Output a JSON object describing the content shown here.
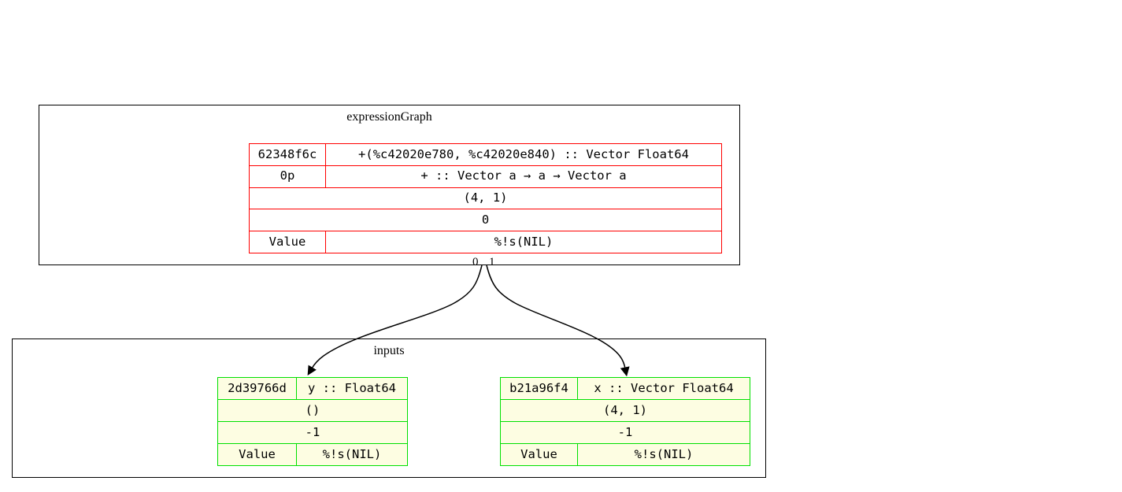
{
  "clusters": [
    {
      "label": "expressionGraph"
    },
    {
      "label": "inputs"
    }
  ],
  "expression_node": {
    "id": "62348f6c",
    "rows": [
      {
        "left": "62348f6c",
        "right": "+(%c42020e780, %c42020e840) :: Vector Float64"
      },
      {
        "left": "0p",
        "right": "+ :: Vector a → a → Vector a"
      },
      {
        "full": "(4, 1)"
      },
      {
        "full": "0"
      },
      {
        "left": "Value",
        "right": "%!s(NIL)"
      }
    ]
  },
  "input_nodes": [
    {
      "id": "2d39766d",
      "rows": [
        {
          "left": "2d39766d",
          "right": "y :: Float64"
        },
        {
          "full": "()"
        },
        {
          "full": "-1"
        },
        {
          "left": "Value",
          "right": "%!s(NIL)"
        }
      ]
    },
    {
      "id": "b21a96f4",
      "rows": [
        {
          "left": "b21a96f4",
          "right": "x :: Vector Float64"
        },
        {
          "full": "(4, 1)"
        },
        {
          "full": "-1"
        },
        {
          "left": "Value",
          "right": "%!s(NIL)"
        }
      ]
    }
  ],
  "edges": [
    {
      "label": "0",
      "from": "62348f6c",
      "to": "2d39766d"
    },
    {
      "label": "1",
      "from": "62348f6c",
      "to": "b21a96f4"
    }
  ],
  "colors": {
    "expression_stroke": "#ff0000",
    "expression_fill": "#ffffff",
    "input_stroke": "#00e000",
    "input_fill": "#fdfde2",
    "cluster_stroke": "#000000",
    "edge_stroke": "#000000"
  }
}
